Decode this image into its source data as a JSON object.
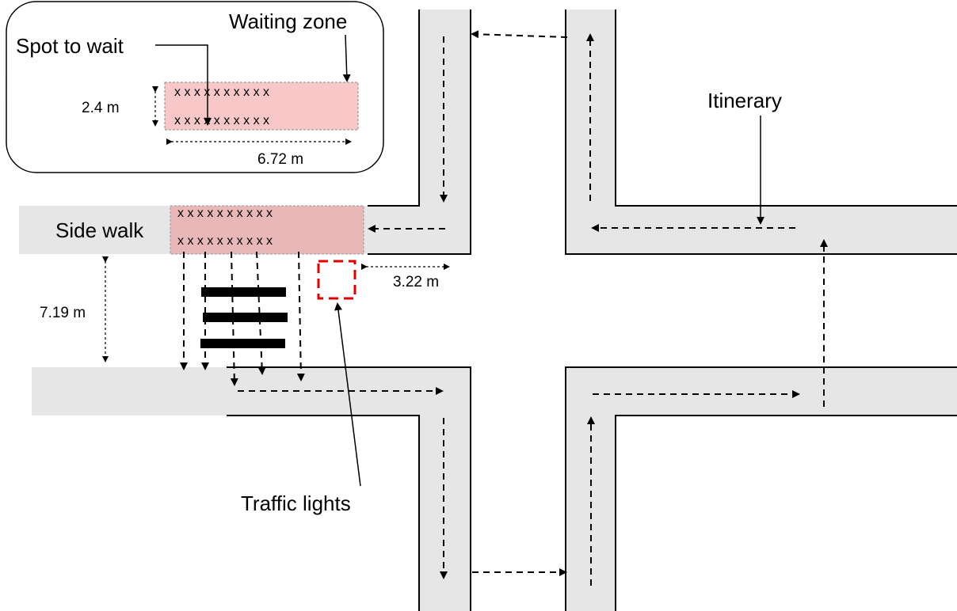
{
  "labels": {
    "spot_to_wait": "Spot to wait",
    "waiting_zone": "Waiting zone",
    "side_walk": "Side walk",
    "itinerary": "Itinerary",
    "traffic_lights": "Traffic lights"
  },
  "dimensions": {
    "zone_height": "2.4 m",
    "zone_width": "6.72 m",
    "crossing_width": "7.19 m",
    "light_offset": "3.22 m"
  },
  "waiting_spots": {
    "row_top": "x x x x x x x x x x",
    "row_bottom": "x x x x x x x x x x"
  },
  "colors": {
    "sidewalk_fill": "#e6e6e6",
    "waiting_zone_fill": "#f8c8c8",
    "waiting_zone_on_sidewalk_fill": "#e8b8b8",
    "traffic_light_outline": "#e00000",
    "crosswalk_stripe": "#000000"
  }
}
